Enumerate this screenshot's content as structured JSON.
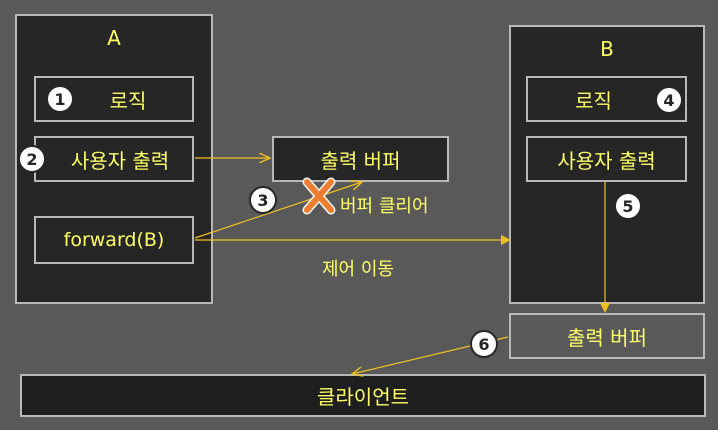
{
  "panel_a": {
    "label": "A",
    "logic": "로직",
    "user_output": "사용자 출력",
    "forward": "forward(B)"
  },
  "panel_b": {
    "label": "B",
    "logic": "로직",
    "user_output": "사용자 출력"
  },
  "buffer_a": "출력 버퍼",
  "buffer_b": "출력 버퍼",
  "client": "클라이언트",
  "notes": {
    "clear": "버퍼 클리어",
    "control": "제어 이동"
  },
  "steps": [
    "1",
    "2",
    "3",
    "4",
    "5",
    "6"
  ],
  "colors": {
    "background": "#595959",
    "box_fill": "#262626",
    "border": "#b8b8b8",
    "text": "#ffff66",
    "arrow": "#f0c020",
    "cross": "#ed7d31"
  }
}
